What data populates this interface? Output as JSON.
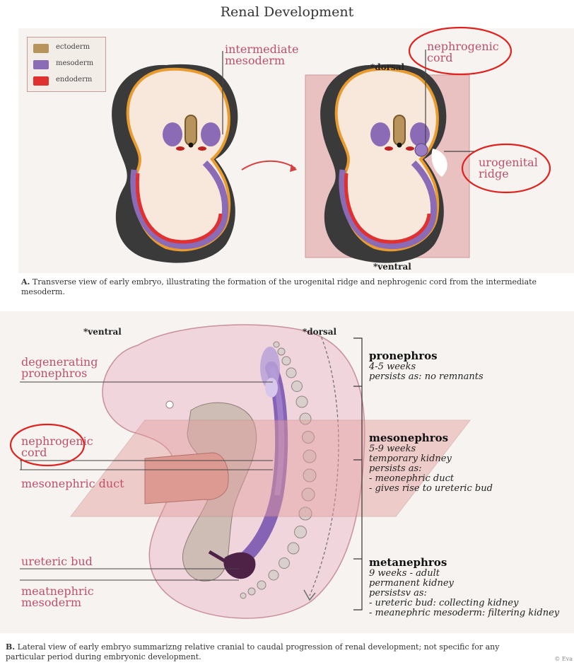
{
  "title": "Renal Development",
  "legend": [
    {
      "label": "ectoderm",
      "color": "#b8935c"
    },
    {
      "label": "mesoderm",
      "color": "#8c6bb6"
    },
    {
      "label": "endoderm",
      "color": "#e03030"
    }
  ],
  "colors": {
    "annotation": "#c0506a",
    "circle": "#e0221f",
    "outer_layer": "#3a3a3a",
    "yolk": "#f8e8dc",
    "pink_region": "#e8b9b9",
    "ureteric_bud": "#4e2147"
  },
  "panel_a": {
    "intermediate_mesoderm": [
      "intermediate",
      "mesoderm"
    ],
    "nephrogenic_cord": [
      "nephrogenic",
      "cord"
    ],
    "urogenital_ridge": [
      "urogenital",
      "ridge"
    ],
    "dorsal": "*dorsal",
    "ventral": "*ventral",
    "caption_bold": "A.",
    "caption": "Transverse view of early embryo, illustrating the formation of the urogenital ridge and nephrogenic cord from the intermediate mesoderm."
  },
  "panel_b": {
    "ventral": "*ventral",
    "dorsal": "*dorsal",
    "left_labels": {
      "degenerating_pronephros": [
        "degenerating",
        "pronephros"
      ],
      "nephrogenic_cord": [
        "nephrogenic",
        "cord"
      ],
      "mesonephric_duct": "mesonephric duct",
      "ureteric_bud": "ureteric bud",
      "metanephric_mesoderm": [
        "meatnephric",
        "mesoderm"
      ]
    },
    "stages": [
      {
        "name": "pronephros",
        "lines": [
          "4-5 weeks",
          "persists as: no remnants"
        ]
      },
      {
        "name": "mesonephros",
        "lines": [
          "5-9 weeks",
          "temporary kidney",
          "persists as:",
          "- meonephric duct",
          "- gives rise to ureteric bud"
        ]
      },
      {
        "name": "metanephros",
        "lines": [
          "9 weeks - adult",
          "permanent kidney",
          "persistsv as:",
          "- ureteric bud: collecting kidney",
          "- meanephric mesoderm: filtering kidney"
        ]
      }
    ],
    "caption_bold": "B.",
    "caption": "Lateral view of early embryo summarizng relative cranial to caudal progression of renal development; not specific for any particular period during embryonic development."
  },
  "credit": "© Eva"
}
